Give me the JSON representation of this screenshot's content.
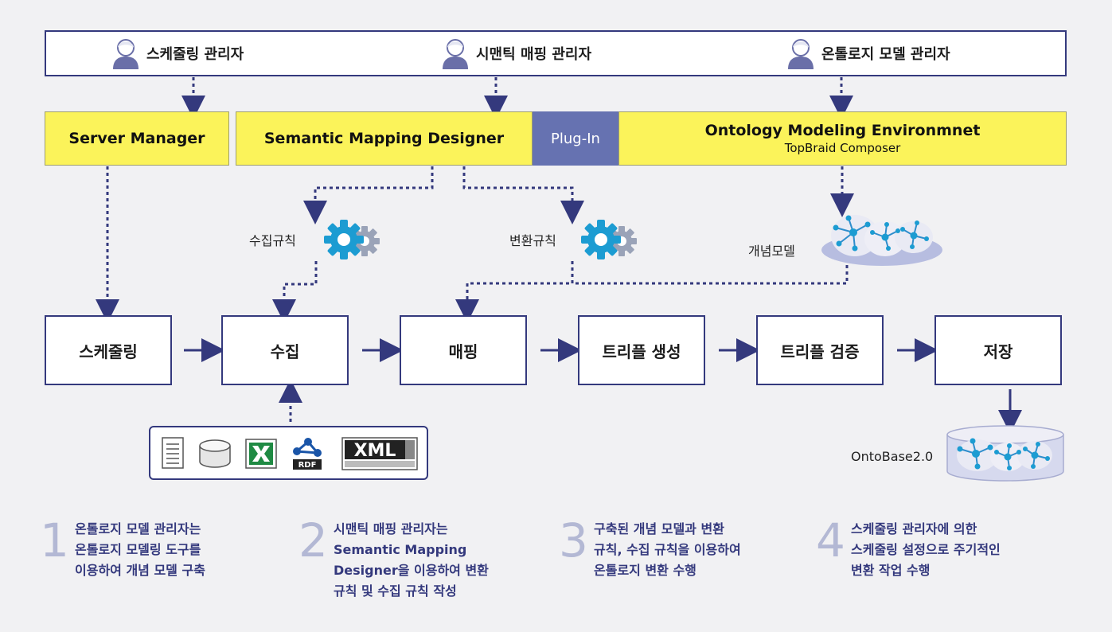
{
  "roles": [
    {
      "icon": "user-icon",
      "label": "스케줄링 관리자"
    },
    {
      "icon": "user-icon",
      "label": "시맨틱 매핑 관리자"
    },
    {
      "icon": "user-icon",
      "label": "온톨로지 모델 관리자"
    }
  ],
  "tools": {
    "server_manager": "Server Manager",
    "semantic_mapping_designer": "Semantic Mapping Designer",
    "plugin": "Plug-In",
    "ontology_env_title": "Ontology Modeling Environmnet",
    "ontology_env_sub": "TopBraid Composer"
  },
  "artifacts": {
    "collect_rule": "수집규칙",
    "transform_rule": "변환규칙",
    "concept_model": "개념모델",
    "ontobase": "OntoBase2.0"
  },
  "pipeline": [
    "스케줄링",
    "수집",
    "매핑",
    "트리플 생성",
    "트리플 검증",
    "저장"
  ],
  "sources": {
    "icons": [
      "text-document-icon",
      "database-icon",
      "excel-icon",
      "rdf-icon",
      "xml-icon"
    ],
    "rdf_label": "RDF",
    "xml_label": "XML"
  },
  "steps": [
    {
      "num": "1",
      "text": "온톨로지 모델 관리자는\n온톨로지 모델링 도구를\n이용하여 개념 모델 구축"
    },
    {
      "num": "2",
      "text": "시맨틱 매핑 관리자는\nSemantic Mapping\nDesigner을 이용하여 변환\n규칙 및 수집 규칙 작성"
    },
    {
      "num": "3",
      "text": "구축된 개념 모델과 변환\n규칙, 수집 규칙을 이용하여\n온톨로지  변환 수행"
    },
    {
      "num": "4",
      "text": "스케줄링 관리자에 의한\n스케줄링 설정으로 주기적인\n변환 작업 수행"
    }
  ],
  "colors": {
    "navy": "#34397d",
    "yellow": "#fbf35a",
    "plugin": "#6672b1",
    "gear_blue": "#1c9cd2",
    "gear_gray": "#9aa3b8",
    "step_number": "#b3b8d4"
  }
}
